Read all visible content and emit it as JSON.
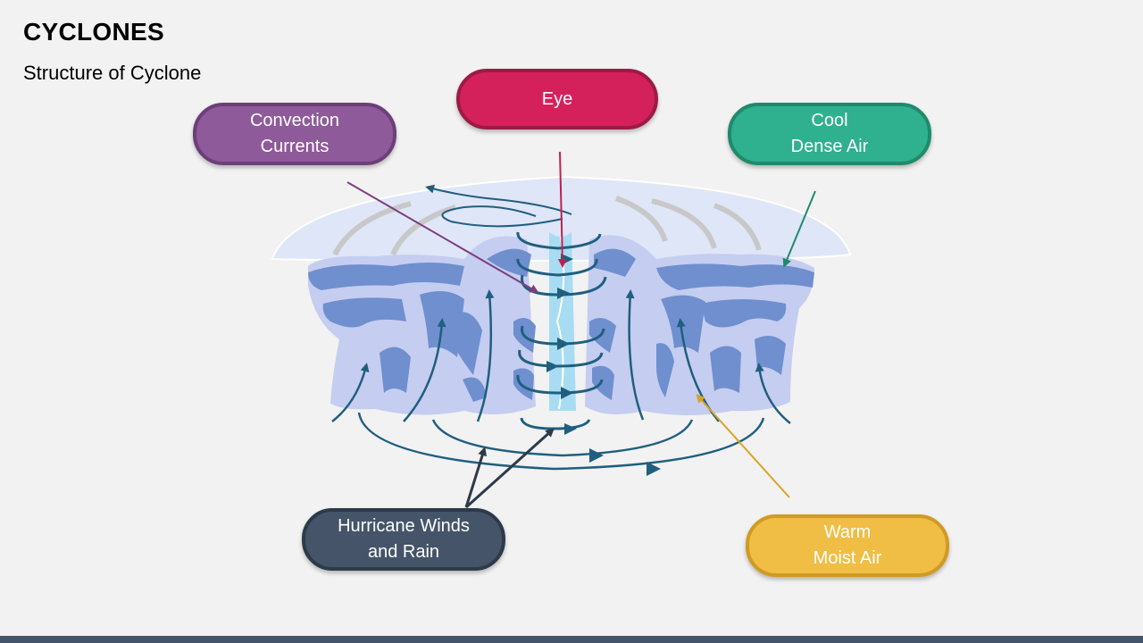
{
  "header": {
    "title": "CYCLONES",
    "subtitle": "Structure of Cyclone"
  },
  "labels": {
    "eye": "Eye",
    "convection": "Convection\nCurrents",
    "cool": "Cool\nDense Air",
    "hurricane": "Hurricane Winds\nand Rain",
    "warm": "Warm\nMoist Air"
  },
  "colors": {
    "eye": "#d4215c",
    "convection": "#8e5a9a",
    "cool": "#2fb08f",
    "hurricane": "#455468",
    "warm": "#f0be45",
    "cloud_light": "#c5cdf0",
    "cloud_dark": "#6f8fcf",
    "wind_arrow": "#1f5f7f",
    "eye_column": "#a8dcf2",
    "footer": "#44546a"
  },
  "icons": {
    "cyclone_diagram": "cyclone-structure-illustration"
  }
}
